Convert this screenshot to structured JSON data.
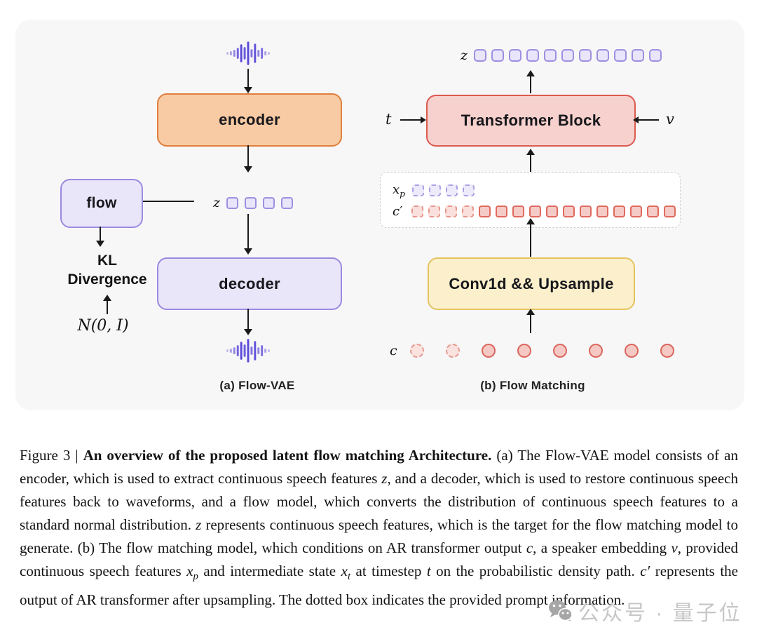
{
  "figure": {
    "panel_a": {
      "caption": "(a) Flow-VAE",
      "encoder_label": "encoder",
      "decoder_label": "decoder",
      "flow_label": "flow",
      "kl_line1": "KL",
      "kl_line2": "Divergence",
      "normal_dist_label": "N(0, I)",
      "z_label": "z",
      "z_token_count": 4
    },
    "panel_b": {
      "caption": "(b) Flow Matching",
      "z_label": "z",
      "z_token_count": 11,
      "transformer_label": "Transformer Block",
      "t_label": "t",
      "v_label": "v",
      "xp_label": "x",
      "xp_sub": "p",
      "xp_dashed_count": 4,
      "cprime_label": "c′",
      "cprime_dashed_count": 4,
      "cprime_solid_count": 12,
      "conv_label": "Conv1d && Upsample",
      "c_label": "c",
      "c_dashed_count": 2,
      "c_solid_count": 6
    }
  },
  "caption": {
    "segments": [
      {
        "text": "Figure 3 | ",
        "style": "regular"
      },
      {
        "text": "An overview of the proposed latent flow matching Architecture.",
        "style": "bold"
      },
      {
        "text": " (a) The Flow-VAE model consists of an encoder, which is used to extract continuous speech features ",
        "style": "regular"
      },
      {
        "text": "z",
        "style": "italic"
      },
      {
        "text": ", and a decoder, which is used to restore continuous speech features back to waveforms, and a flow model, which converts the distribution of continuous speech features to a standard normal distribution. ",
        "style": "regular"
      },
      {
        "text": "z",
        "style": "italic"
      },
      {
        "text": " represents continuous speech features, which is the target for the flow matching model to generate. (b) The flow matching model, which conditions on AR transformer output ",
        "style": "regular"
      },
      {
        "text": "c",
        "style": "italic"
      },
      {
        "text": ", a speaker embedding ",
        "style": "regular"
      },
      {
        "text": "v",
        "style": "italic"
      },
      {
        "text": ", provided continuous speech features ",
        "style": "regular"
      },
      {
        "text": "x",
        "style": "italic",
        "sub": "p"
      },
      {
        "text": " and intermediate state ",
        "style": "regular"
      },
      {
        "text": "x",
        "style": "italic",
        "sub": "t"
      },
      {
        "text": " at timestep ",
        "style": "regular"
      },
      {
        "text": "t",
        "style": "italic"
      },
      {
        "text": " on the probabilistic density path. ",
        "style": "regular"
      },
      {
        "text": "c′",
        "style": "italic"
      },
      {
        "text": " represents the output of AR transformer after upsampling. The dotted box indicates the provided prompt information.",
        "style": "regular"
      }
    ]
  },
  "watermark": {
    "text": "公众号 · 量子位"
  },
  "colors": {
    "panel_bg": "#F7F7F8",
    "encoder_fill": "#F8CBA4",
    "encoder_border": "#E07F3E",
    "purple_box_fill": "#EAE6F9",
    "purple_box_border": "#9C89E0",
    "red_box_fill": "#F6D1CD",
    "red_box_border": "#DC5A50",
    "yellow_box_fill": "#FBF0CB",
    "yellow_box_border": "#E4C360",
    "token_purple_fill": "#E9E5FA",
    "token_purple_border": "#A08FE0",
    "token_purple_dashed_border": "#ACA0E5",
    "token_red_fill": "#F4CBC6",
    "token_red_border": "#E0695E",
    "waveform": "#5B49D9",
    "arrow": "#1a1a1a",
    "watermark": "#C7C7C7",
    "watermark_icon": "#A6A6A6",
    "text": "#141414"
  }
}
